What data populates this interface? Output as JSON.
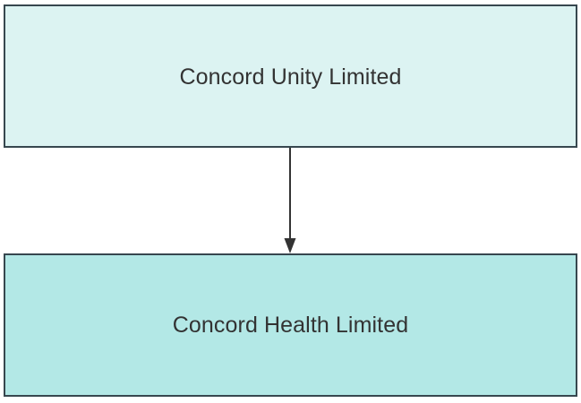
{
  "diagram": {
    "type": "org-hierarchy-flowchart",
    "orientation": "top-to-bottom",
    "background_color": "#ffffff",
    "nodes": [
      {
        "id": "parent",
        "label": "Concord Unity Limited",
        "fill_color": "#dcf3f2",
        "border_color": "#37474f",
        "text_color": "#333333",
        "shape": "rectangle",
        "level": 1
      },
      {
        "id": "child",
        "label": "Concord Health Limited",
        "fill_color": "#b3e8e6",
        "border_color": "#37474f",
        "text_color": "#333333",
        "shape": "rectangle",
        "level": 2
      }
    ],
    "edges": [
      {
        "id": "parent-to-child",
        "from": "parent",
        "to": "child",
        "label": "",
        "color": "#333333",
        "arrowhead": "solid-triangle",
        "style": "solid"
      }
    ]
  }
}
